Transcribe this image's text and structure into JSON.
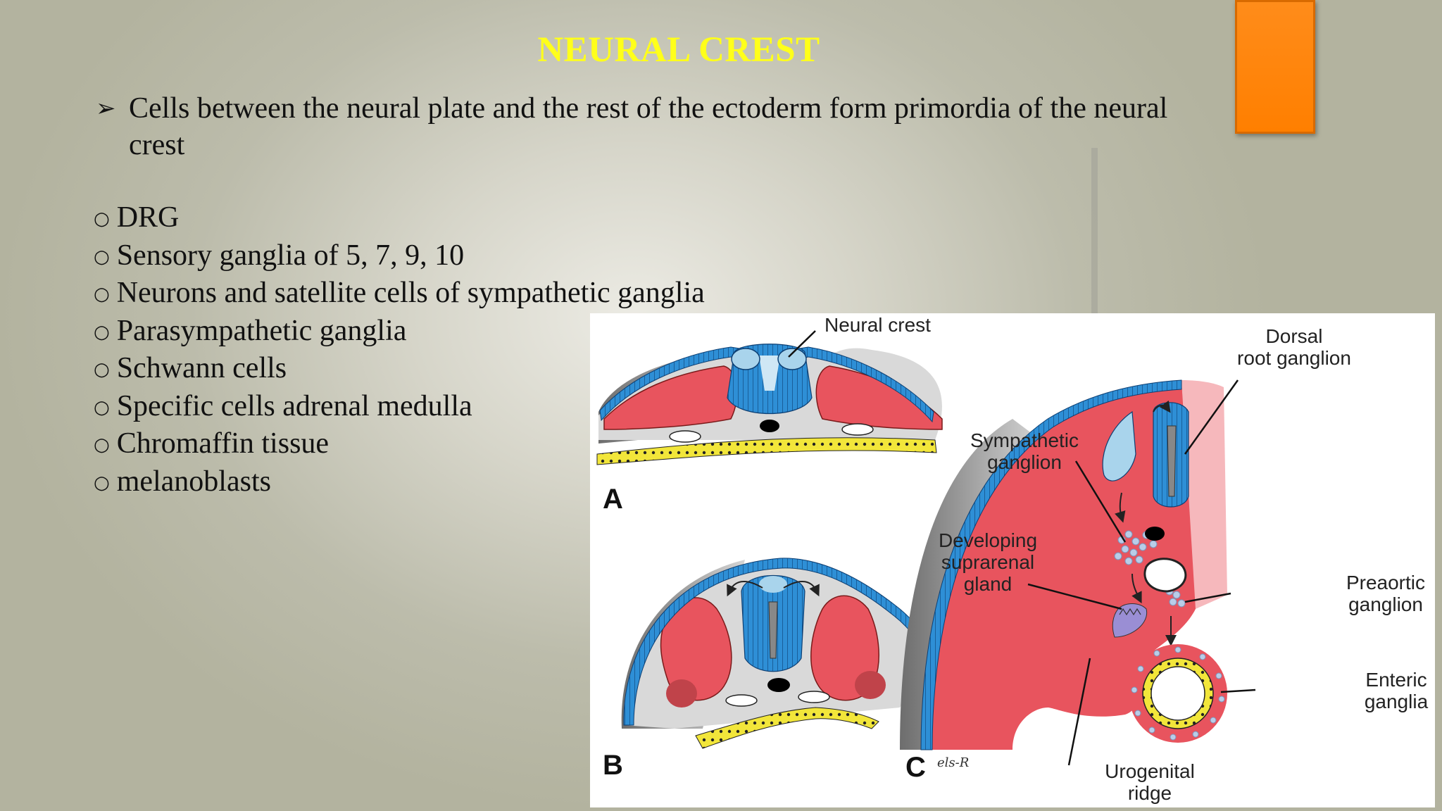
{
  "slide": {
    "title": "NEURAL CREST",
    "main_bullet": "Cells between the neural plate and the rest of the ectoderm form primordia of the neural crest",
    "items": [
      "DRG",
      "Sensory ganglia of 5, 7, 9, 10",
      "Neurons and satellite cells of sympathetic ganglia",
      "Parasympathetic ganglia",
      "Schwann cells",
      "Specific cells adrenal medulla",
      "Chromaffin tissue",
      "melanoblasts"
    ]
  },
  "figure": {
    "labels": {
      "neural_crest": "Neural crest",
      "dorsal_1": "Dorsal",
      "dorsal_2": "root ganglion",
      "symp_1": "Sympathetic",
      "symp_2": "ganglion",
      "dev_1": "Developing",
      "dev_2": "suprarenal",
      "dev_3": "gland",
      "preaortic_1": "Preaortic",
      "preaortic_2": "ganglion",
      "enteric_1": "Enteric",
      "enteric_2": "ganglia",
      "urogenital_1": "Urogenital",
      "urogenital_2": "ridge",
      "panel_a": "A",
      "panel_b": "B",
      "panel_c": "C",
      "signature": "els-R"
    },
    "colors": {
      "ectoderm": "#2e8fd6",
      "mesoderm": "#e8545e",
      "neural_crest": "#a9d4ec",
      "endoderm": "#f2e63a"
    }
  }
}
